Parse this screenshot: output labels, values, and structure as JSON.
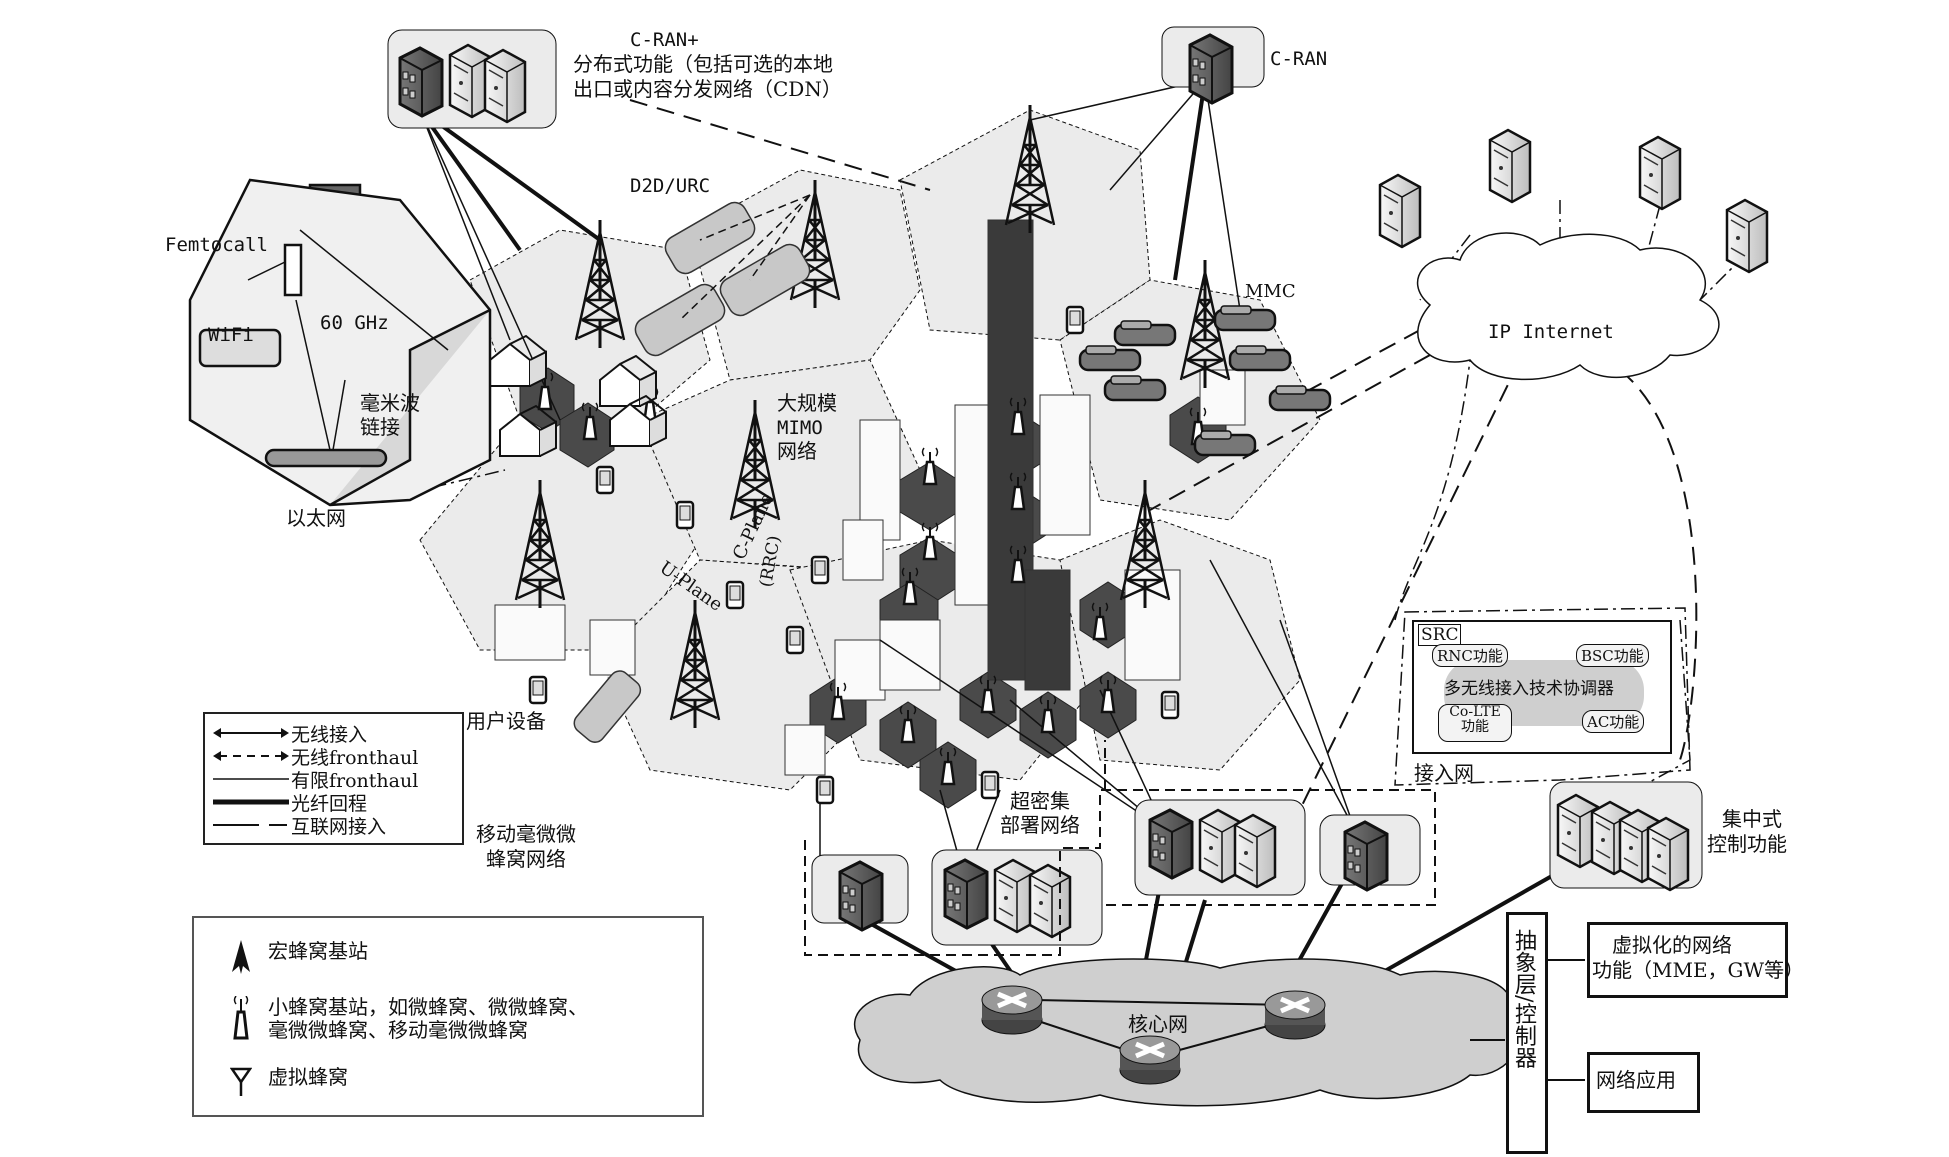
{
  "figure": {
    "title": "5G heterogeneous network architecture diagram"
  },
  "labels": {
    "cran_plus_title": "C-RAN+",
    "cran_plus_desc_line1": "分布式功能（包括可选的本地",
    "cran_plus_desc_line2": "出口或内容分发网络（CDN）",
    "cran": "C-RAN",
    "femtocell": "Femtocall",
    "wifi": "WiFi",
    "ghz60": "60 GHz",
    "mmwave_link_line1": "毫米波",
    "mmwave_link_line2": "链接",
    "ethernet": "以太网",
    "d2d_urc": "D2D/URC",
    "massive_mimo_line1": "大规模",
    "massive_mimo_line2": "MIMO",
    "massive_mimo_line3": "网络",
    "c_plane": "C-Plane",
    "rrc": "(RRC)",
    "u_plane": "U-Plane",
    "mmc": "MMC",
    "ip_internet": "IP Internet",
    "user_equipment": "用户设备",
    "mobile_femto_line1": "移动毫微微",
    "mobile_femto_line2": "蜂窝网络",
    "ultra_dense_line1": "超密集",
    "ultra_dense_line2": "部署网络",
    "access_network": "接入网",
    "centralized_line1": "集中式",
    "centralized_line2": "控制功能",
    "core_network": "核心网",
    "abstraction_layer": "抽象层/控制器",
    "virtual_nf_line1": "虚拟化的网络",
    "virtual_nf_line2": "功能（MME，GW等）",
    "network_apps": "网络应用"
  },
  "src": {
    "title": "SRC",
    "rnc": "RNC功能",
    "bsc": "BSC功能",
    "coordinator": "多无线接入技术协调器",
    "colte_line1": "Co-LTE",
    "colte_line2": "功能",
    "ac": "AC功能"
  },
  "legend_links": [
    {
      "style": "wireless-access",
      "label": "无线接入"
    },
    {
      "style": "wireless-fronthaul",
      "label": "无线fronthaul"
    },
    {
      "style": "wired-fronthaul",
      "label": "有限fronthaul"
    },
    {
      "style": "fiber-backhaul",
      "label": "光纤回程"
    },
    {
      "style": "internet-access",
      "label": "互联网接入"
    }
  ],
  "legend_nodes": [
    {
      "icon": "macro-tower-icon",
      "label": "宏蜂窝基站"
    },
    {
      "icon": "small-cell-icon",
      "label_line1": "小蜂窝基站，如微蜂窝、微微蜂窝、",
      "label_line2": "毫微微蜂窝、移动毫微微蜂窝"
    },
    {
      "icon": "virtual-cell-icon",
      "label": "虚拟蜂窝"
    }
  ],
  "colors": {
    "hex_cell_fill": "#ebebeb",
    "small_cell_fill": "#4a4a4a",
    "tall_building": "#3a3a3a",
    "core_cloud": "#cfcfcf",
    "server_box_fill": "#e6e6e6",
    "line": "#111111"
  }
}
